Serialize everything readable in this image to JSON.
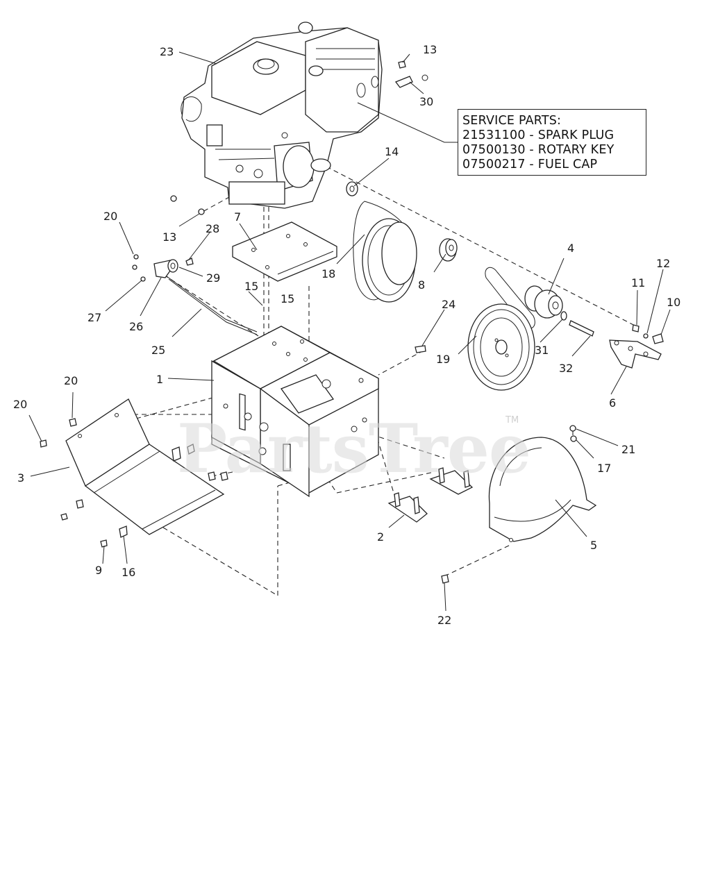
{
  "service_parts": {
    "heading": "SERVICE PARTS:",
    "line1": "21531100 - SPARK PLUG",
    "line2": "07500130 - ROTARY KEY",
    "line3": "07500217 - FUEL CAP"
  },
  "watermark": {
    "text": "PartsTree",
    "tm": "TM"
  },
  "callouts": [
    "23",
    "13",
    "30",
    "14",
    "20",
    "13",
    "28",
    "7",
    "29",
    "18",
    "8",
    "4",
    "12",
    "11",
    "10",
    "15",
    "15",
    "27",
    "26",
    "25",
    "24",
    "31",
    "32",
    "19",
    "6",
    "1",
    "20",
    "20",
    "3",
    "21",
    "17",
    "2",
    "5",
    "9",
    "16",
    "22"
  ]
}
